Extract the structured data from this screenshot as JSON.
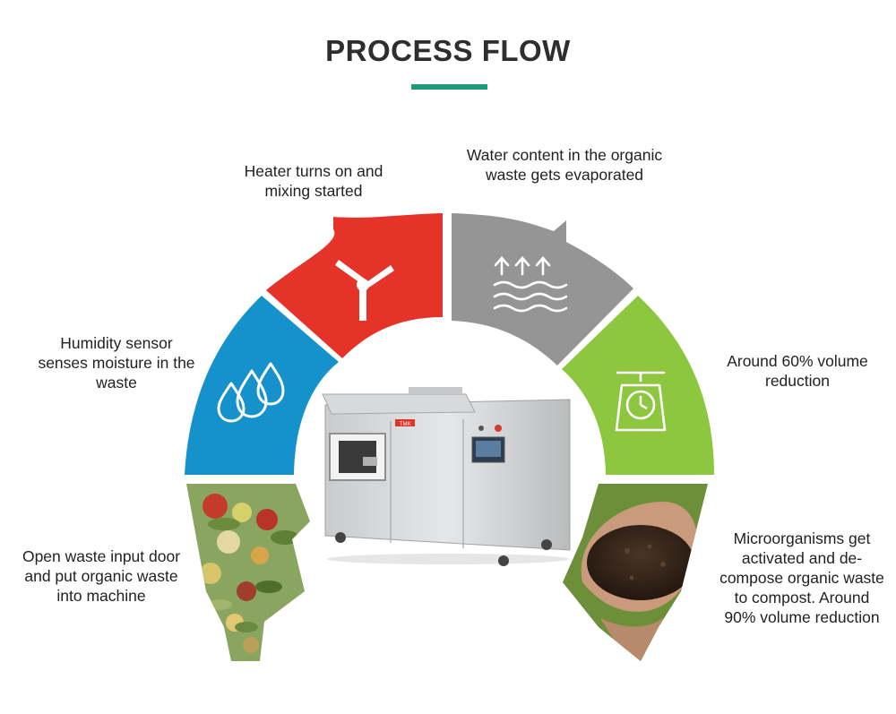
{
  "title": "PROCESS FLOW",
  "colors": {
    "accent_bar": "#1e9a78",
    "step1_blue": "#1592cc",
    "step2_red": "#e6332a",
    "step3_gray": "#959595",
    "step4_green": "#8dc63f",
    "compost": "#3b2a1e",
    "waste": "#7c9e4a"
  },
  "steps": [
    {
      "text": "Open waste input door and put organic waste into machine",
      "icon": "vegetable-waste-photo"
    },
    {
      "text": "Humidity sensor senses moisture in the waste",
      "icon": "water-drops-icon"
    },
    {
      "text": "Heater turns on and mixing started",
      "icon": "mixer-blade-icon"
    },
    {
      "text": "Water content in the organic waste gets evaporated",
      "icon": "evaporation-icon"
    },
    {
      "text": "Around 60% volume reduction",
      "icon": "scale-icon"
    },
    {
      "text": "Microorganisms get activated and de-compose organic waste to compost. Around 90% volume reduction",
      "icon": "compost-in-hands-photo"
    }
  ],
  "machine": {
    "brand": "TMK"
  }
}
